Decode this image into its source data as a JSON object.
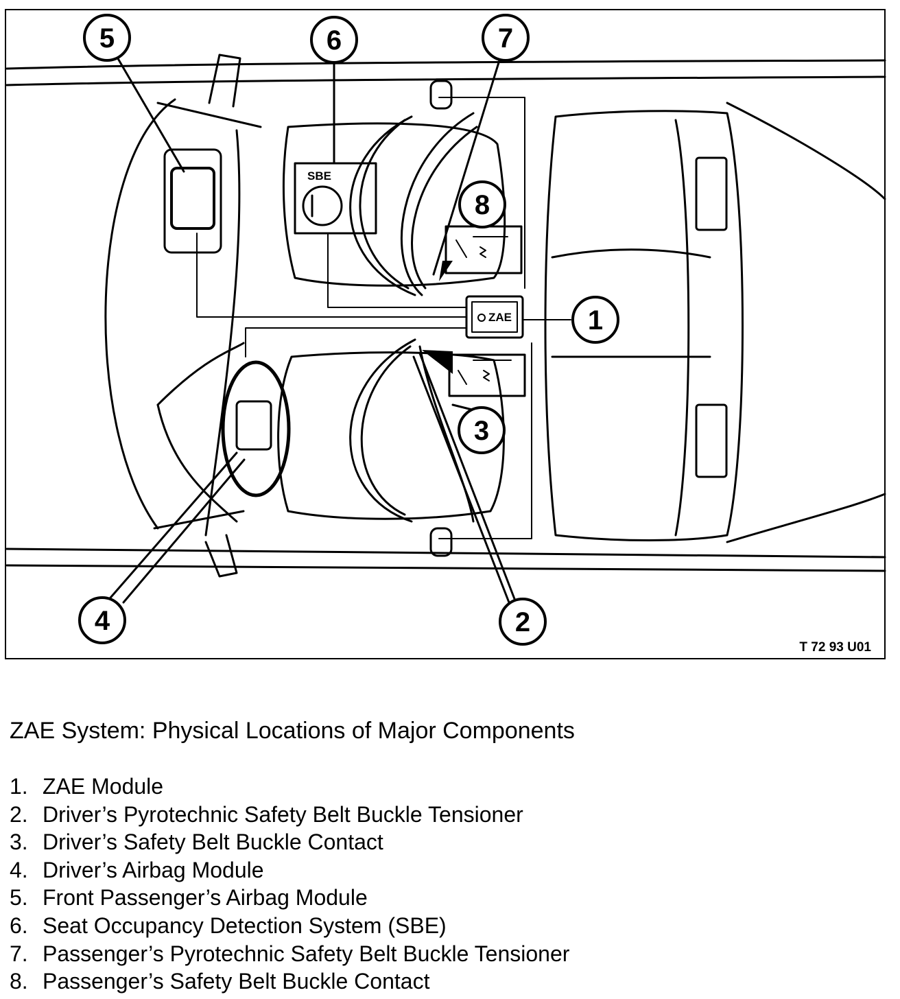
{
  "figure": {
    "code": "T 72 93 U01",
    "inner_labels": {
      "sbe": "SBE",
      "zae": "ZAE"
    },
    "callouts": [
      "1",
      "2",
      "3",
      "4",
      "5",
      "6",
      "7",
      "8"
    ]
  },
  "caption": "ZAE System:  Physical Locations of Major Components",
  "legend": [
    {
      "num": "1.",
      "label": "ZAE Module"
    },
    {
      "num": "2.",
      "label": "Driver’s Pyrotechnic Safety Belt Buckle Tensioner"
    },
    {
      "num": "3.",
      "label": "Driver’s Safety Belt Buckle Contact"
    },
    {
      "num": "4.",
      "label": "Driver’s Airbag Module"
    },
    {
      "num": "5.",
      "label": "Front Passenger’s Airbag Module"
    },
    {
      "num": "6.",
      "label": "Seat Occupancy Detection System (SBE)"
    },
    {
      "num": "7.",
      "label": "Passenger’s Pyrotechnic Safety Belt Buckle Tensioner"
    },
    {
      "num": "8.",
      "label": "Passenger’s Safety Belt Buckle Contact"
    }
  ]
}
